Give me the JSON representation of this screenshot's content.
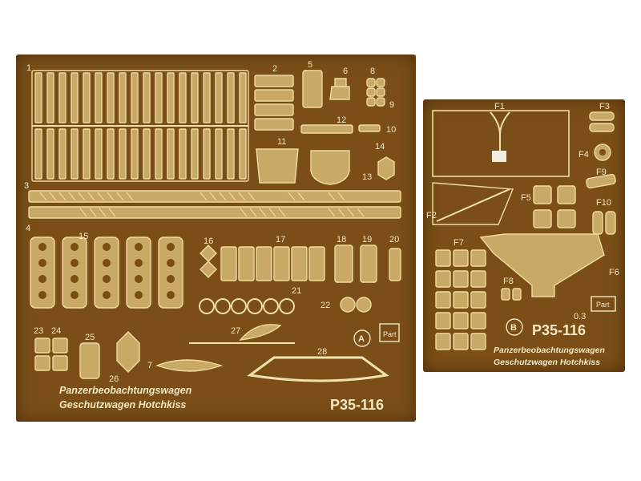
{
  "fret_a": {
    "part_numbers": [
      "1",
      "2",
      "3",
      "4",
      "5",
      "6",
      "7",
      "8",
      "9",
      "10",
      "11",
      "12",
      "13",
      "14",
      "15",
      "16",
      "17",
      "18",
      "19",
      "20",
      "21",
      "22",
      "23",
      "24",
      "25",
      "26",
      "27",
      "28"
    ],
    "brand_letter": "A",
    "brand_logo_text": "Part",
    "name_line_1": "Panzerbeobachtungswagen",
    "name_line_2": "Geschutzwagen  Hotchkiss",
    "product_code": "P35-116"
  },
  "fret_b": {
    "part_numbers": [
      "F1",
      "F2",
      "F3",
      "F4",
      "F5",
      "F6",
      "F7",
      "F8",
      "F9",
      "F10"
    ],
    "brand_letter": "B",
    "brand_logo_text": "Part",
    "thickness": "0.3",
    "product_code": "P35-116",
    "name_line_1": "Panzerbeobachtungswagen",
    "name_line_2": "Geschutzwagen  Hotchkiss"
  }
}
